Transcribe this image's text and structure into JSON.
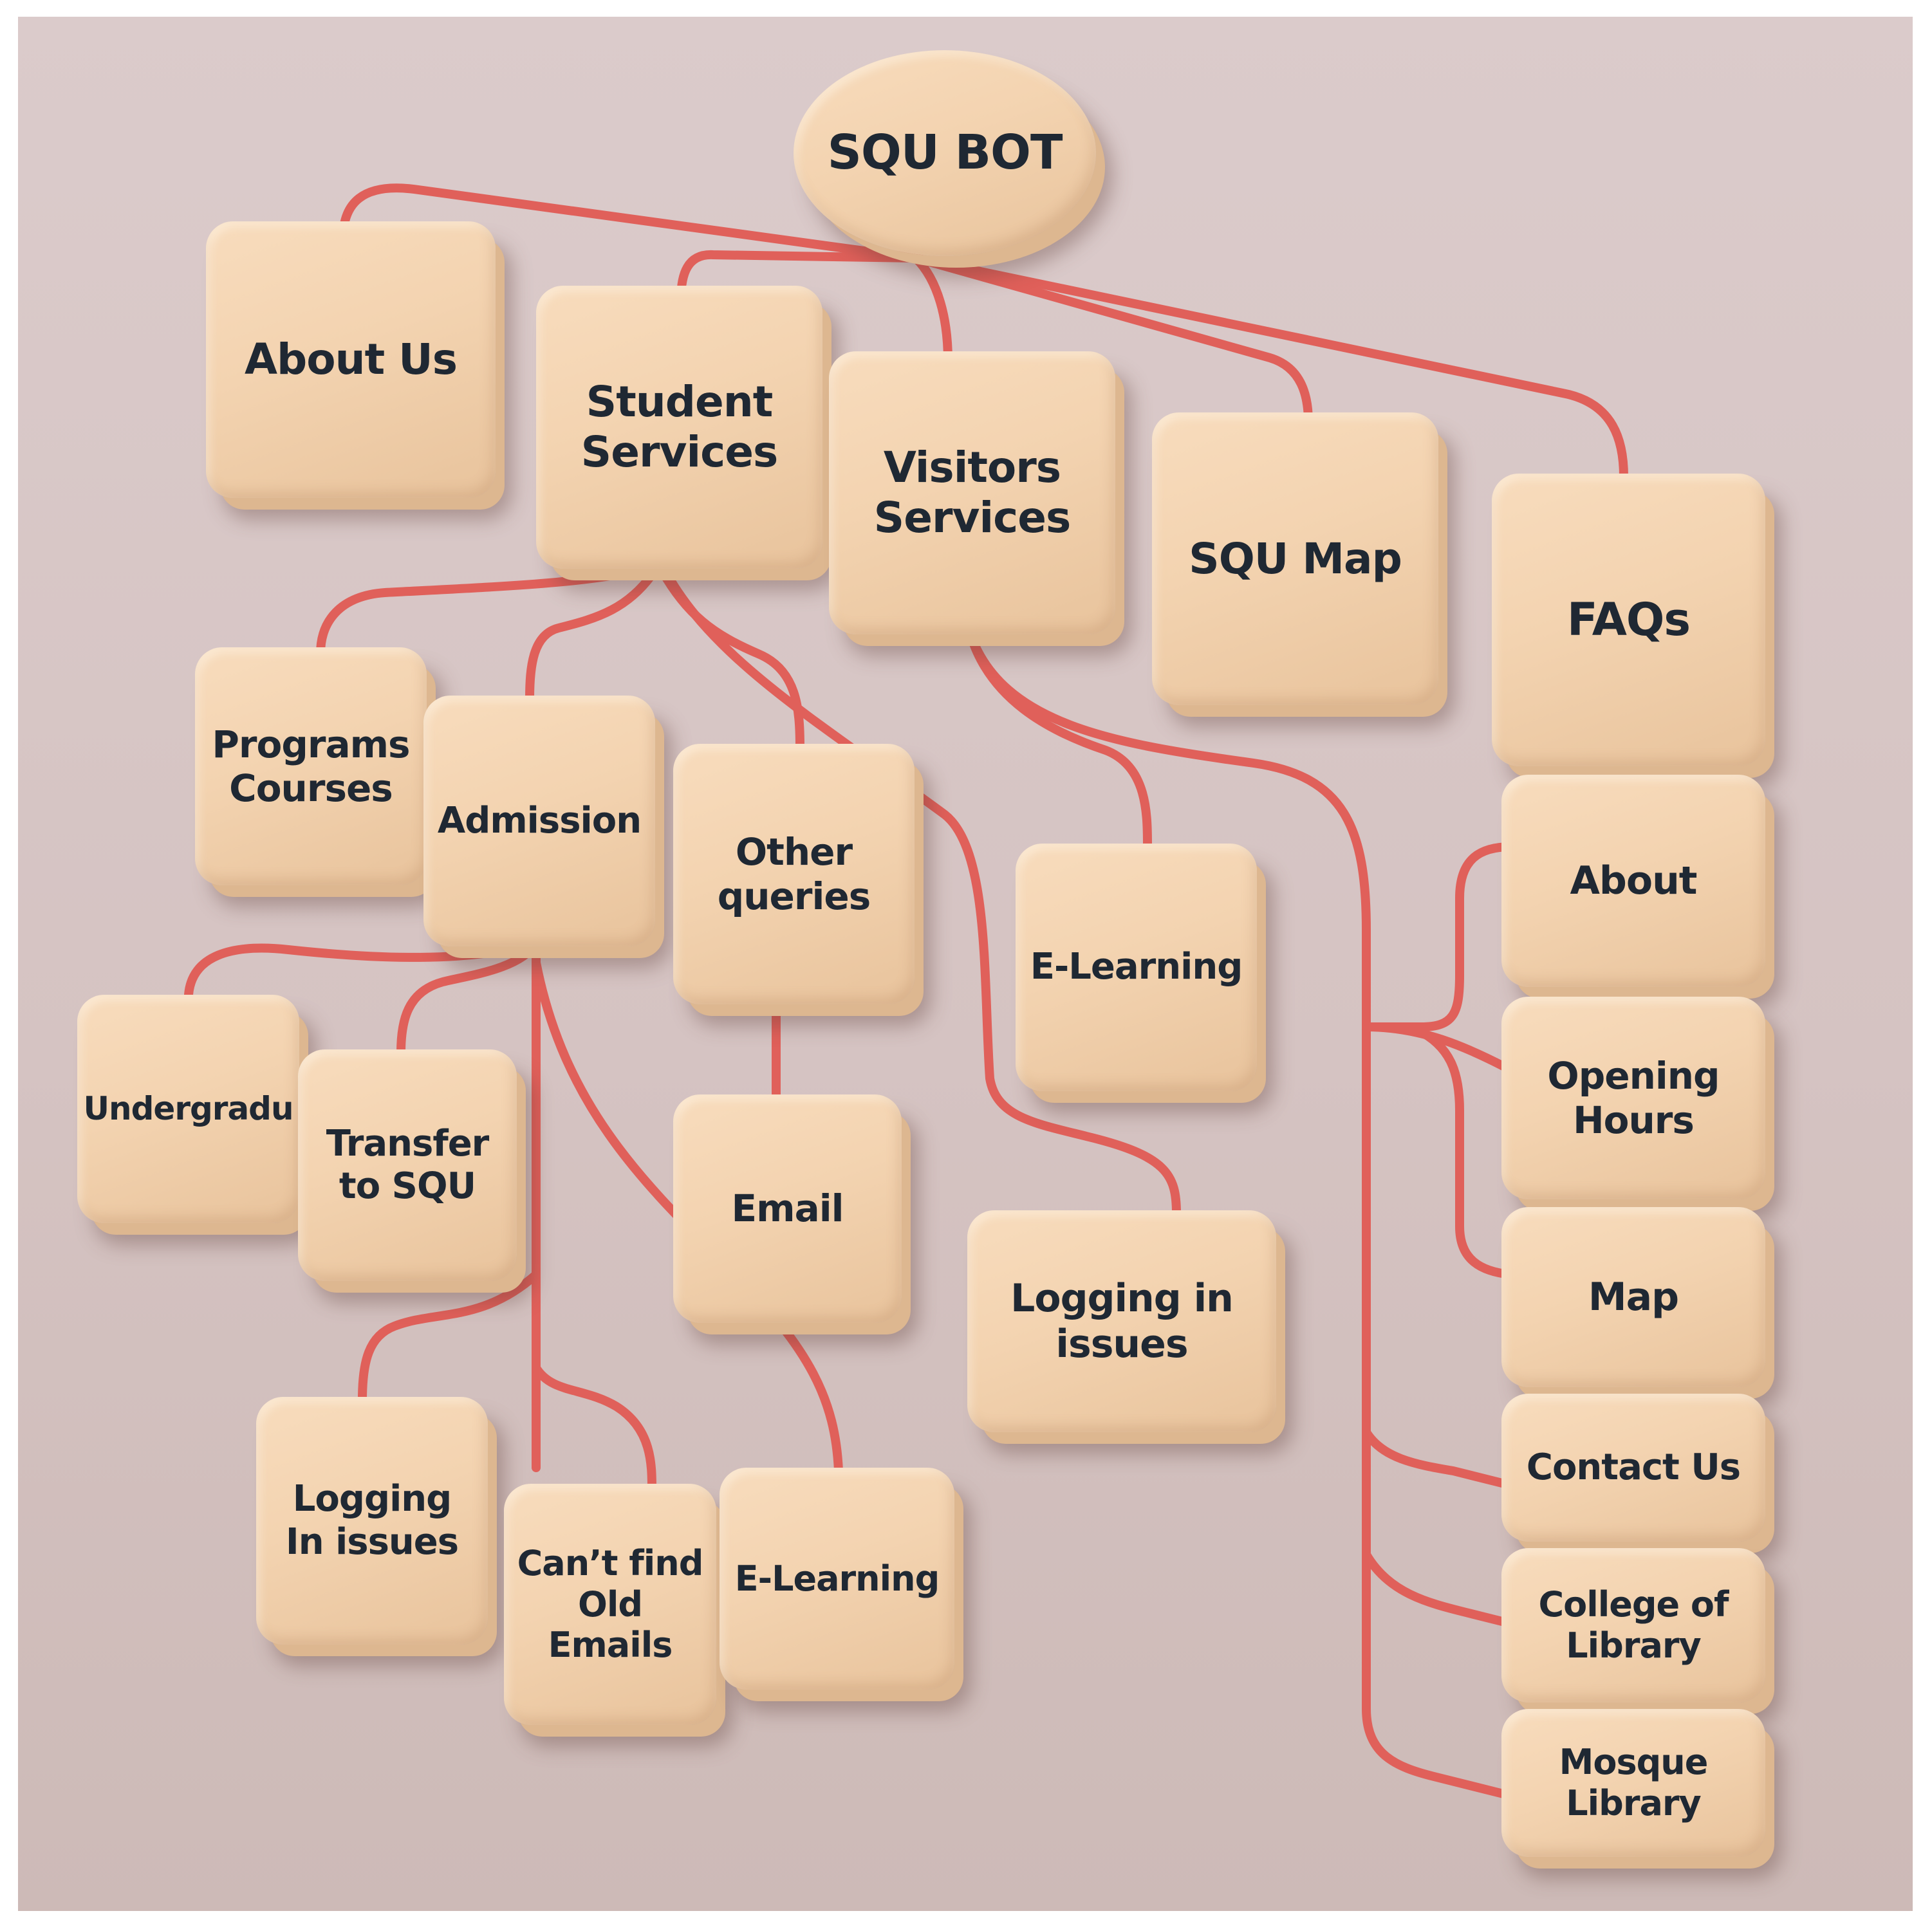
{
  "nodes": {
    "root": "SQU BOT",
    "about_us": "About Us",
    "student_services": "Student\nServices",
    "visitors_services": "Visitors\nServices",
    "squ_map": "SQU Map",
    "faqs": "FAQs",
    "programs_courses": "Programs\nCourses",
    "admission": "Admission",
    "other_queries": "Other\nqueries",
    "e_learning_visitors": "E-Learning",
    "undergraduate": "Undergradu",
    "transfer_to_squ": "Transfer\nto SQU",
    "email": "Email",
    "logging_in_issues_other": "Logging in\nissues",
    "logging_in_issues_admission": "Logging\nIn issues",
    "cant_find_old_emails": "Can’t find\nOld Emails",
    "e_learning_admission": "E-Learning",
    "about": "About",
    "opening_hours": "Opening\nHours",
    "map": "Map",
    "contact_us": "Contact Us",
    "college_of_library": "College of\nLibrary",
    "mosque_library": "Mosque\nLibrary"
  },
  "colors": {
    "background": "#d8c8c6",
    "node_fill": "#f3d3b0",
    "connector": "#e0605a",
    "text": "#1f2833"
  }
}
